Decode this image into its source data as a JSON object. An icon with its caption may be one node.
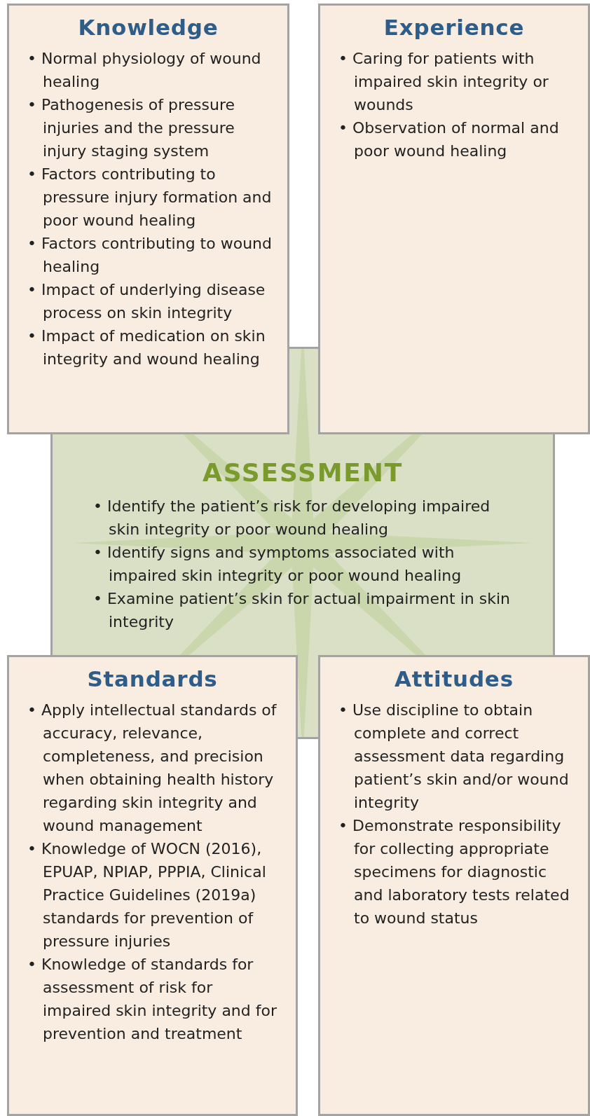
{
  "diagram": {
    "nodes": [
      {
        "text": [
          "Knowledge",
          "• Normal physiology of wound healing",
          "• Pathogenesis of pressure injuries and the pressure injury staging system",
          "• Factors contributing to pressure injury formation and poor wound healing",
          "• Factors contributing to wound healing",
          "• Impact of underlying disease process on skin integrity",
          "• Impact of medication on skin integrity and wound healing"
        ]
      },
      {
        "text": [
          "Experience",
          "• Caring for patients with impaired skin integrity or wounds",
          "• Observation of normal and poor wound healing"
        ]
      },
      {
        "text": [
          "ASSESSMENT",
          "• Identify the patient’s risk for developing impaired skin integrity or poor wound healing",
          "• Identify signs and symptoms associated with impaired skin integrity or poor wound healing",
          "• Examine patient’s skin for actual impairment in skin integrity"
        ]
      },
      {
        "text": [
          "Standards",
          "• Apply intellectual standards of accuracy, relevance, completeness, and precision when obtaining health history regarding skin integrity and wound management",
          "• Knowledge of WOCN (2016), EPUAP, NPIAP, PPPIA, Clinical Practice Guidelines (2019a) standards for prevention of pressure injuries",
          "• Knowledge of standards for assessment of risk for impaired skin integrity and for prevention and treatment"
        ]
      },
      {
        "text": [
          "Attitudes",
          "• Use discipline to obtain complete and correct assessment data regarding patient’s skin and/or wound integrity",
          "• Demonstrate responsibility for collecting appropriate specimens for diagnostic and laboratory tests related to wound status"
        ]
      }
    ]
  }
}
